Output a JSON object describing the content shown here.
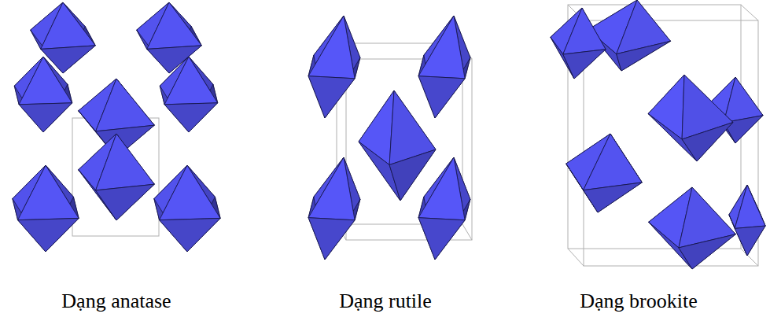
{
  "diagram": {
    "labels": [
      "Dạng anatase",
      "Dạng rutile",
      "Dạng brookite"
    ]
  }
}
